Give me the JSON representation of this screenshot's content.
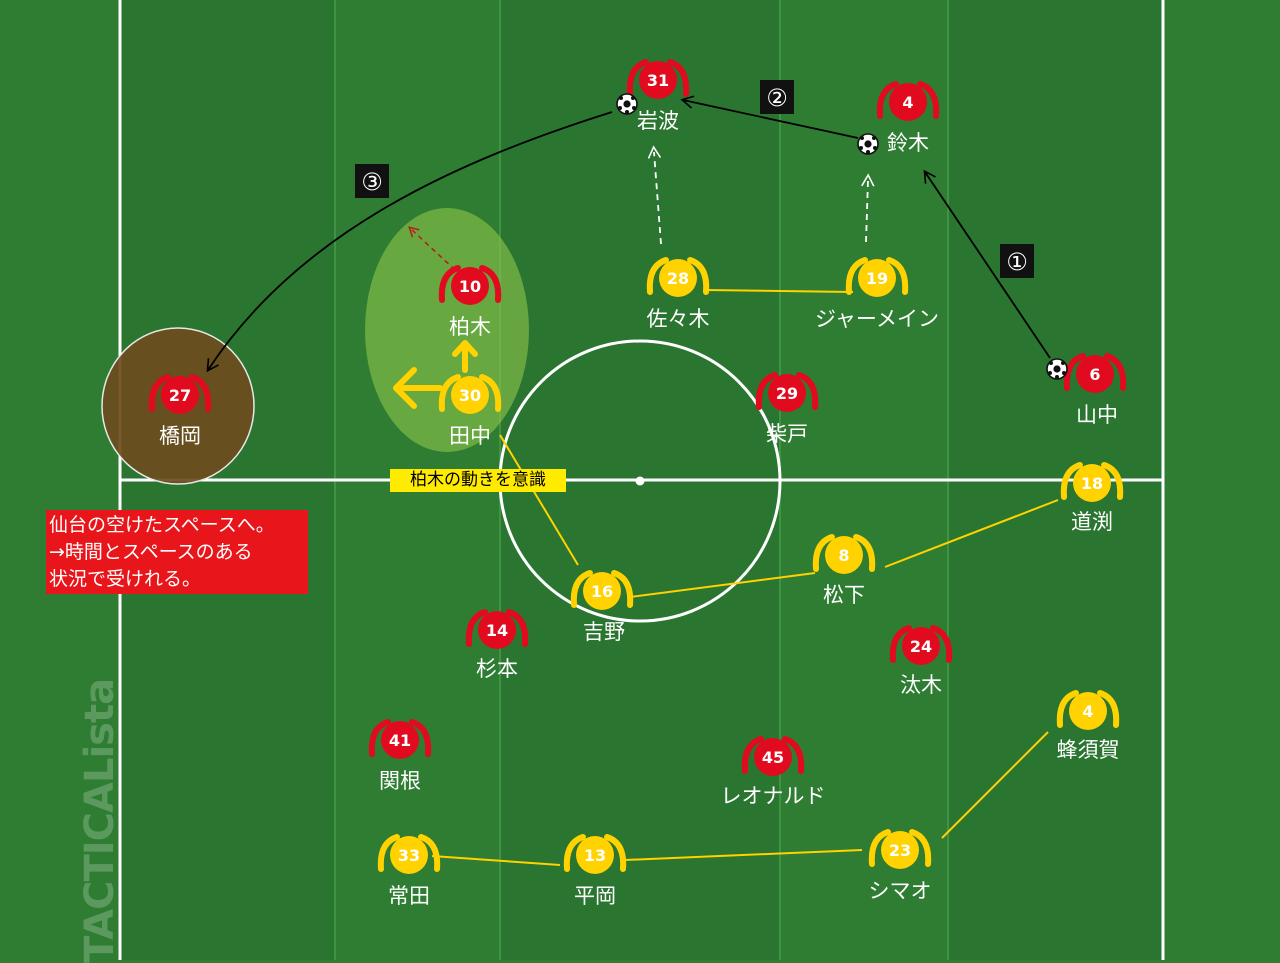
{
  "colors": {
    "pitch": "#2e7d32",
    "pitch_stripe": "#2a7530",
    "red_team": "#e10a1e",
    "yellow_team": "#ffd200",
    "line": "#ffffff",
    "highlight_zone": "#8bc34a",
    "target_zone": "#6d4c1e",
    "note_bg": "#e8161b",
    "callout_bg": "#ffeb00"
  },
  "red_players": [
    {
      "number": "31",
      "name": "岩波"
    },
    {
      "number": "4",
      "name": "鈴木"
    },
    {
      "number": "10",
      "name": "柏木"
    },
    {
      "number": "27",
      "name": "橋岡"
    },
    {
      "number": "29",
      "name": "柴戸"
    },
    {
      "number": "6",
      "name": "山中"
    },
    {
      "number": "14",
      "name": "杉本"
    },
    {
      "number": "24",
      "name": "汰木"
    },
    {
      "number": "41",
      "name": "関根"
    },
    {
      "number": "45",
      "name": "レオナルド"
    }
  ],
  "yellow_players": [
    {
      "number": "28",
      "name": "佐々木"
    },
    {
      "number": "19",
      "name": "ジャーメイン"
    },
    {
      "number": "30",
      "name": "田中"
    },
    {
      "number": "18",
      "name": "道渕"
    },
    {
      "number": "8",
      "name": "松下"
    },
    {
      "number": "16",
      "name": "吉野"
    },
    {
      "number": "4",
      "name": "蜂須賀"
    },
    {
      "number": "33",
      "name": "常田"
    },
    {
      "number": "13",
      "name": "平岡"
    },
    {
      "number": "23",
      "name": "シマオ"
    }
  ],
  "steps": [
    "①",
    "②",
    "③"
  ],
  "callout": "柏木の動きを意識",
  "note": {
    "lines": [
      "仙台の空けたスペースへ。",
      "→時間とスペースのある",
      "状況で受けれる。"
    ]
  },
  "watermark": "TACTICALista",
  "icons": [
    "ball-icon",
    "arrow-icon"
  ]
}
